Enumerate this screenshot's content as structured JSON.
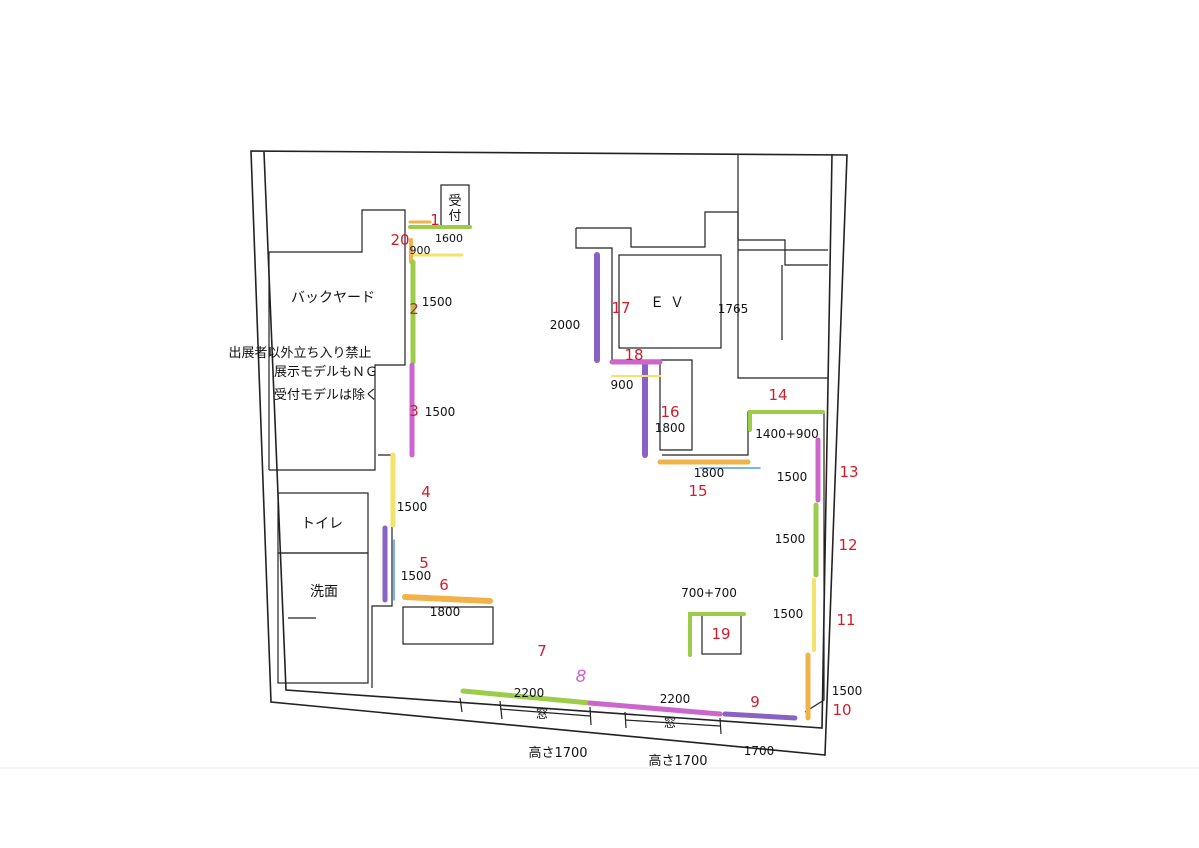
{
  "rooms": {
    "backyard": "バックヤード",
    "toilet": "トイレ",
    "washroom": "洗面",
    "reception": "受付",
    "elevator": "ＥＶ"
  },
  "notice": {
    "line1": "出展者以外立ち入り禁止",
    "line2": "展示モデルもＮＧ",
    "line3": "受付モデルは除く"
  },
  "booths": [
    {
      "id": "1",
      "dimension": "1600"
    },
    {
      "id": "2",
      "dimension": "1500"
    },
    {
      "id": "3",
      "dimension": "1500"
    },
    {
      "id": "4",
      "dimension": "1500"
    },
    {
      "id": "5",
      "dimension": "1500"
    },
    {
      "id": "6",
      "dimension": "1800"
    },
    {
      "id": "7",
      "dimension": "2200"
    },
    {
      "id": "8",
      "dimension": "2200"
    },
    {
      "id": "9",
      "dimension": "1700"
    },
    {
      "id": "10",
      "dimension": "1500"
    },
    {
      "id": "11",
      "dimension": "1500"
    },
    {
      "id": "12",
      "dimension": "1500"
    },
    {
      "id": "13",
      "dimension": "1500"
    },
    {
      "id": "14",
      "dimension": "1400+900"
    },
    {
      "id": "15",
      "dimension": "1800"
    },
    {
      "id": "16",
      "dimension": "1800"
    },
    {
      "id": "17",
      "dimension": "2000"
    },
    {
      "id": "18",
      "dimension": "900"
    },
    {
      "id": "19",
      "dimension": "700+700"
    },
    {
      "id": "20",
      "dimension": "900"
    }
  ],
  "ev_dimension": "1765",
  "windows": {
    "label": "窓",
    "height_left": "高さ1700",
    "height_right": "高さ1700"
  },
  "colors": {
    "wall": "#222222",
    "number": "#d11c2a",
    "purple": "#8a63c2",
    "magenta": "#cc66cc",
    "green": "#9ccc4a",
    "yellow": "#f3e36a",
    "orange": "#f2b24a",
    "blue": "#4d9be6"
  }
}
